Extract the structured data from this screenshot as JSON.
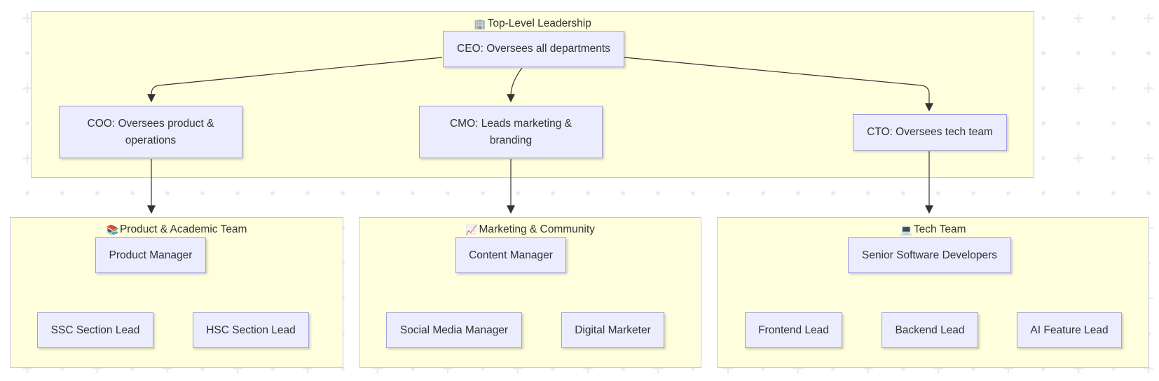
{
  "groups": {
    "leadership": {
      "icon": "🏢",
      "icon_name": "office-building-icon",
      "title": "Top-Level Leadership"
    },
    "product": {
      "icon": "📚",
      "icon_name": "books-icon",
      "title": "Product & Academic Team"
    },
    "marketing": {
      "icon": "📈",
      "icon_name": "chart-increasing-icon",
      "title": "Marketing & Community"
    },
    "tech": {
      "icon": "💻",
      "icon_name": "laptop-icon",
      "title": "Tech Team"
    }
  },
  "nodes": {
    "ceo": "CEO: Oversees all departments",
    "coo": "COO: Oversees product & operations",
    "cmo": "CMO: Leads marketing & branding",
    "cto": "CTO: Oversees tech team",
    "product_manager": "Product Manager",
    "ssc_lead": "SSC Section Lead",
    "hsc_lead": "HSC Section Lead",
    "content_manager": "Content Manager",
    "social_media_manager": "Social Media Manager",
    "digital_marketer": "Digital Marketer",
    "senior_devs": "Senior Software Developers",
    "frontend_lead": "Frontend Lead",
    "backend_lead": "Backend Lead",
    "ai_lead": "AI Feature Lead"
  },
  "colors": {
    "group_fill": "#ffffde",
    "group_border": "#c8c4ea",
    "node_fill": "#ececff",
    "node_border": "#9f9fe0",
    "edge": "#333333"
  }
}
